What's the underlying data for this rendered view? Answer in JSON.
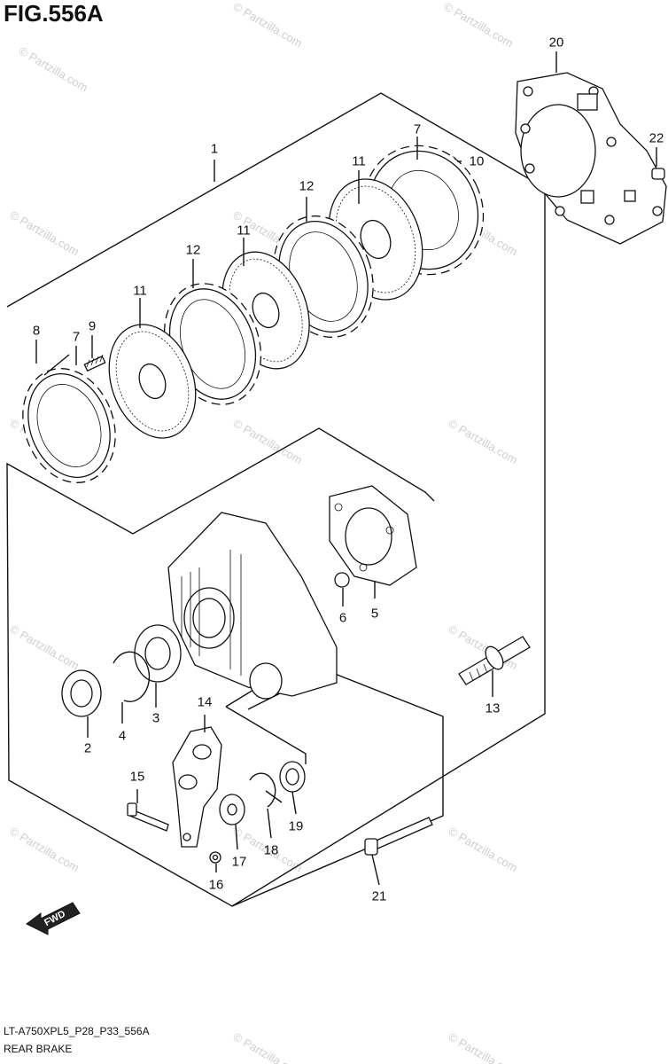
{
  "figure": {
    "title": "FIG.556A",
    "code": "LT-A750XPL5_P28_P33_556A",
    "section": "REAR BRAKE",
    "fwd_label": "FWD"
  },
  "watermark": "© Partzilla.com",
  "callouts": [
    "1",
    "2",
    "3",
    "4",
    "5",
    "6",
    "7",
    "7",
    "8",
    "9",
    "10",
    "11",
    "11",
    "11",
    "12",
    "12",
    "13",
    "14",
    "15",
    "16",
    "17",
    "18",
    "19",
    "20",
    "21",
    "22"
  ]
}
